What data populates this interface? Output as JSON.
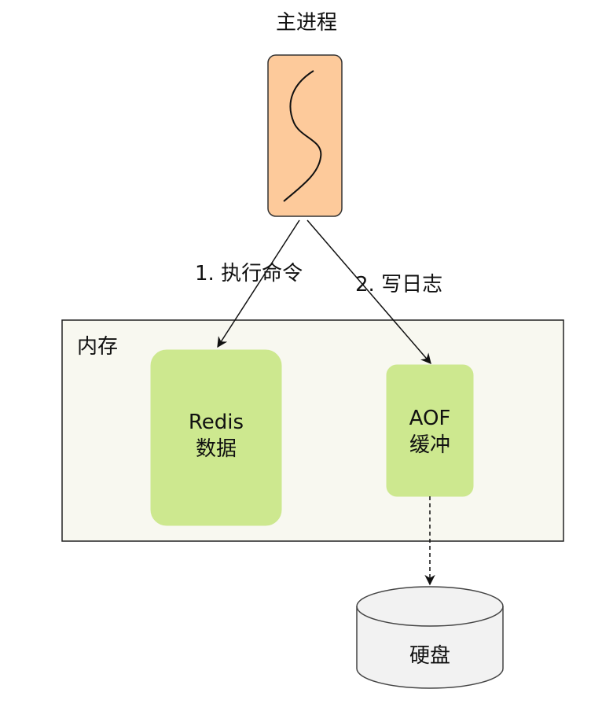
{
  "title": "主进程",
  "edges": {
    "execute_command": "1. 执行命令",
    "write_log": "2. 写日志"
  },
  "memory": {
    "label": "内存",
    "redis": {
      "line1": "Redis",
      "line2": "数据"
    },
    "aof_buffer": {
      "line1": "AOF",
      "line2": "缓冲"
    }
  },
  "disk": {
    "label": "硬盘"
  },
  "colors": {
    "process_fill": "#fdca9b",
    "memory_fill": "#f8f8f0",
    "node_fill": "#cde88f",
    "disk_fill": "#f2f2f2",
    "stroke": "#111111"
  }
}
